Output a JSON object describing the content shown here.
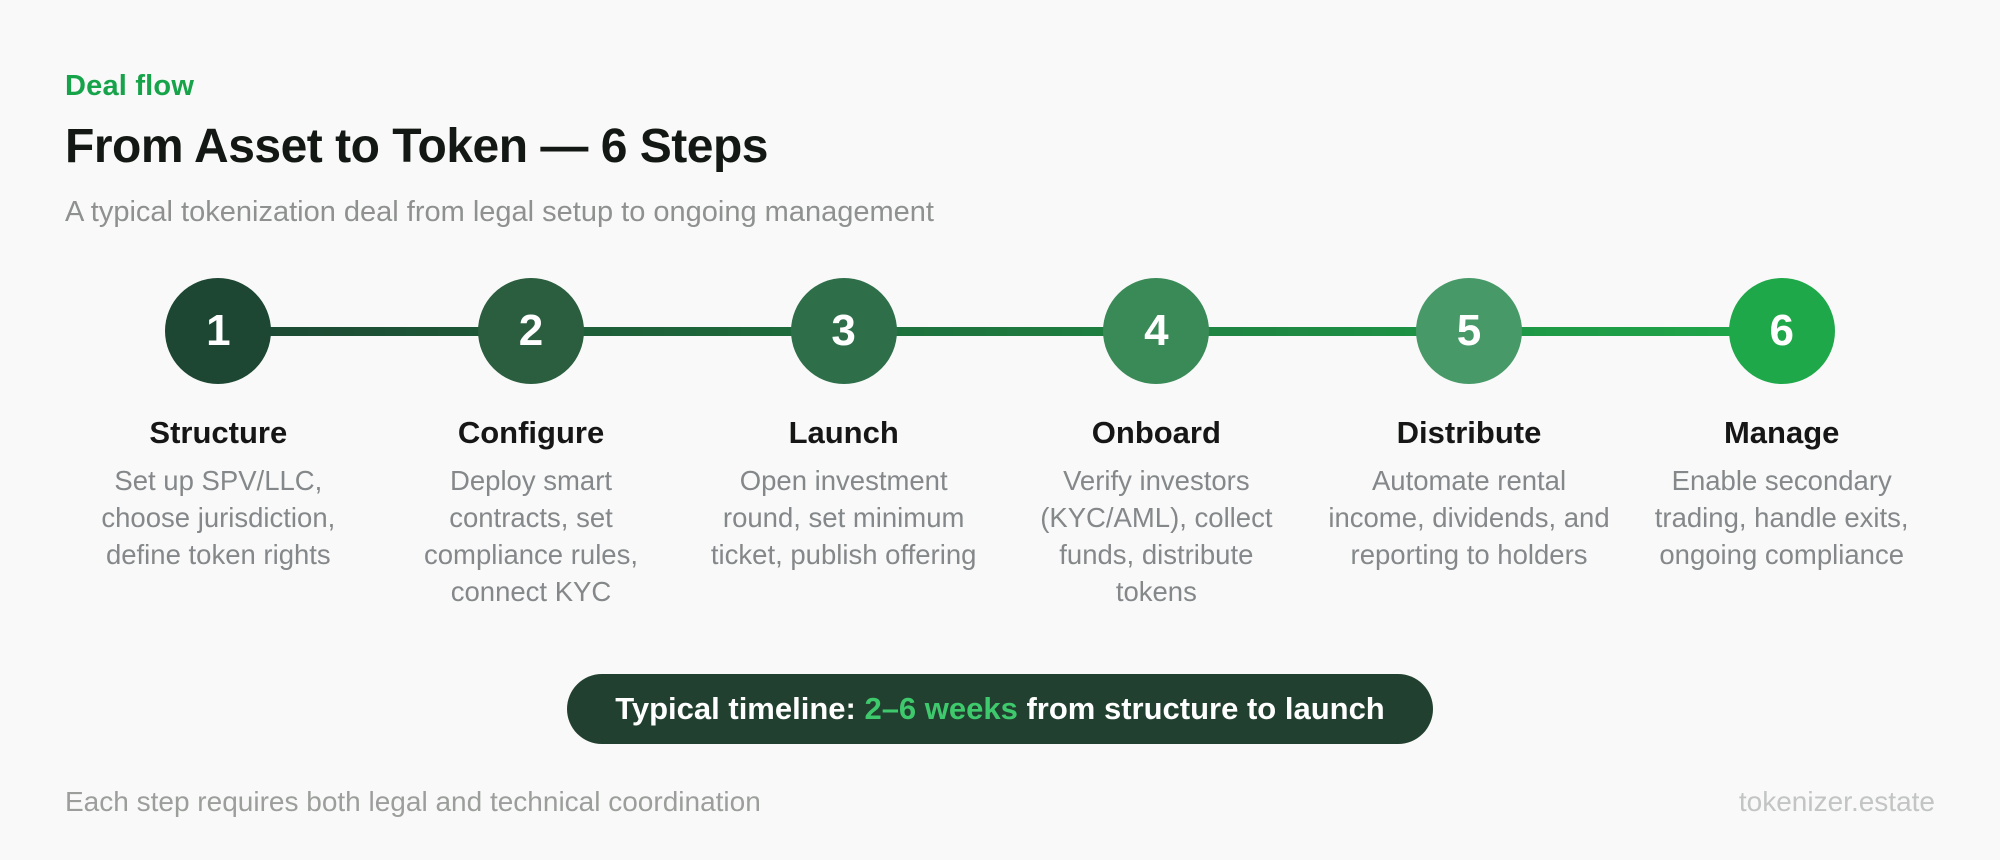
{
  "page": {
    "background_color": "#f8f9f8",
    "brand_color": "#16a34a"
  },
  "header": {
    "eyebrow": "Deal flow",
    "title": "From Asset to Token — 6 Steps",
    "subtitle": "A typical tokenization deal from legal setup to ongoing management"
  },
  "steps": [
    {
      "number": "1",
      "label": "Structure",
      "description": "Set up SPV/LLC, choose jurisdiction, define token rights",
      "circle_color": "#1d4733"
    },
    {
      "number": "2",
      "label": "Configure",
      "description": "Deploy smart contracts, set compliance rules, connect KYC",
      "circle_color": "#2a5e3e"
    },
    {
      "number": "3",
      "label": "Launch",
      "description": "Open investment round, set minimum ticket, publish offering",
      "circle_color": "#2e6f4a"
    },
    {
      "number": "4",
      "label": "Onboard",
      "description": "Verify investors (KYC/AML), collect funds, distribute tokens",
      "circle_color": "#3a8a57"
    },
    {
      "number": "5",
      "label": "Distribute",
      "description": "Automate rental income, dividends, and reporting to holders",
      "circle_color": "#479a68"
    },
    {
      "number": "6",
      "label": "Manage",
      "description": "Enable secondary trading, handle exits, ongoing compliance",
      "circle_color": "#1fa84a"
    }
  ],
  "connector": {
    "start_color": "#1d4733",
    "end_color": "#1fa84a"
  },
  "timeline_banner": {
    "prefix": "Typical timeline: ",
    "highlight": "2–6 weeks",
    "suffix": " from structure to launch",
    "background_color": "#22402f",
    "highlight_color": "#3fc96d"
  },
  "footer": {
    "note": "Each step requires both legal and technical coordination",
    "brand": "tokenizer.estate"
  }
}
